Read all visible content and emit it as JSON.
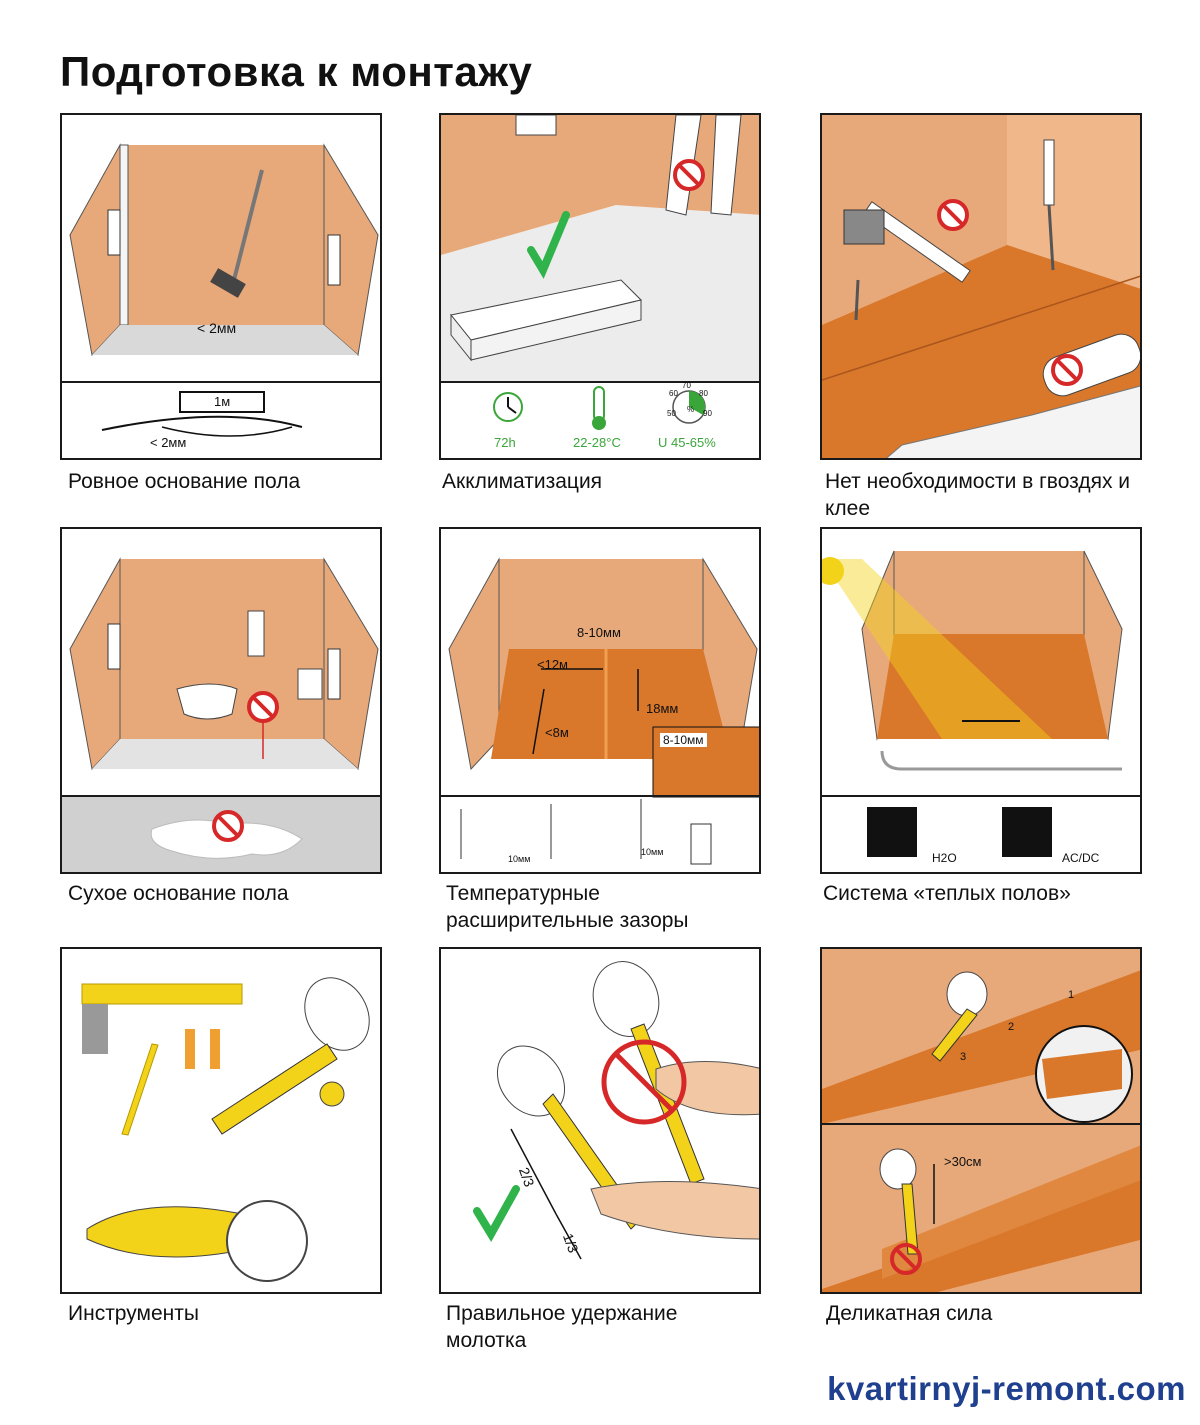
{
  "page": {
    "title": "Подготовка к монтажу",
    "footer": "kvartirnyj-remont.com"
  },
  "colors": {
    "wall": "#e8a97a",
    "floor": "#d9d9d9",
    "wood": "#d9772b",
    "forbid": "#d62828",
    "ok": "#2fb34a",
    "yellow": "#f3d21a"
  },
  "panels": [
    {
      "id": "level",
      "caption": "Ровное основание пола",
      "labels": {
        "floor": "< 2мм",
        "ruler": "1м",
        "bottom": "< 2мм"
      }
    },
    {
      "id": "acclim",
      "caption": "Акклиматизация",
      "labels": {
        "time": "72h",
        "temp": "22-28°C",
        "humidity": "U 45-65%",
        "h70": "70",
        "h60": "60",
        "h80": "80",
        "h50": "50",
        "h90": "90",
        "pct": "%"
      }
    },
    {
      "id": "nails",
      "caption": "Нет необходимости в гвоздях и клее"
    },
    {
      "id": "dry",
      "caption": "Сухое основание пола"
    },
    {
      "id": "gaps",
      "caption": "Температурные расширительные зазоры",
      "labels": {
        "gap": "8-10мм",
        "len12": "<12м",
        "len8": "<8м",
        "thick": "18мм",
        "inset": "8-10мм",
        "side1": "10мм",
        "side2": "10мм"
      }
    },
    {
      "id": "heating",
      "caption": "Система «теплых полов»",
      "labels": {
        "water": "H2O",
        "electric": "AC/DC"
      }
    },
    {
      "id": "tools",
      "caption": "Инструменты"
    },
    {
      "id": "hammer",
      "caption": "Правильное удержание молотка",
      "labels": {
        "twothirds": "2/3",
        "onethird": "1/3"
      }
    },
    {
      "id": "force",
      "caption": "Деликатная сила",
      "labels": {
        "s1": "1",
        "s2": "2",
        "s3": "3",
        "height": ">30см"
      }
    }
  ]
}
